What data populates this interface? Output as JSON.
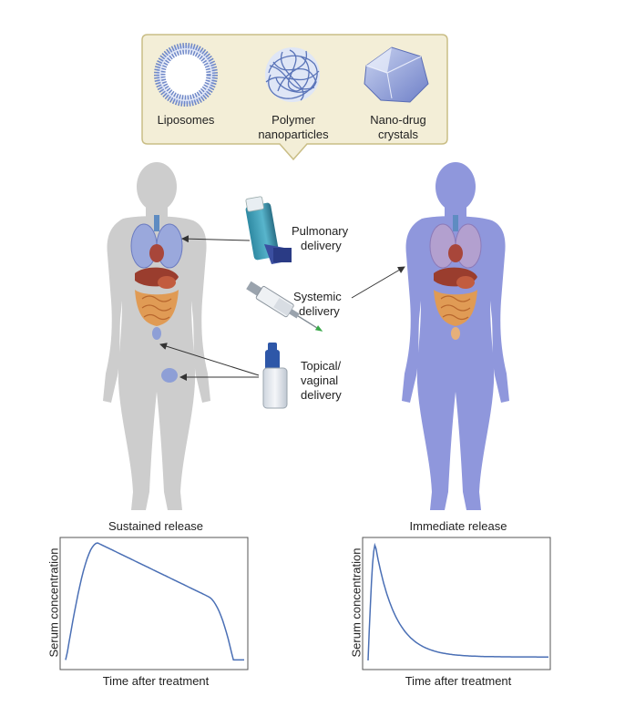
{
  "particle_box": {
    "items": [
      {
        "label_line1": "Liposomes",
        "label_line2": ""
      },
      {
        "label_line1": "Polymer",
        "label_line2": "nanoparticles"
      },
      {
        "label_line1": "Nano-drug",
        "label_line2": "crystals"
      }
    ]
  },
  "delivery_routes": [
    {
      "line1": "Pulmonary",
      "line2": "delivery",
      "line3": ""
    },
    {
      "line1": "Systemic",
      "line2": "delivery",
      "line3": ""
    },
    {
      "line1": "Topical/",
      "line2": "vaginal",
      "line3": "delivery"
    }
  ],
  "panels": [
    {
      "title": "Sustained release",
      "ylabel": "Serum concentration",
      "xlabel": "Time after treatment"
    },
    {
      "title": "Immediate release",
      "ylabel": "Serum concentration",
      "xlabel": "Time after treatment"
    }
  ],
  "colors": {
    "box_fill": "#f3eed7",
    "box_stroke": "#c9bd85",
    "grey_body": "#cdcdcd",
    "blue_body": "#8f97dc",
    "curve": "#4a6fb5",
    "particle": "#6f88c8"
  }
}
